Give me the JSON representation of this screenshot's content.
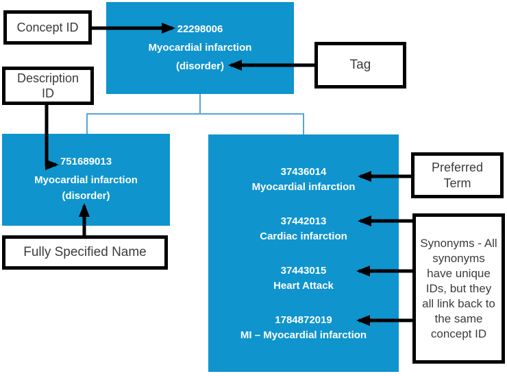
{
  "colors": {
    "box_blue": "#0f94ce",
    "connector_blue": "#55a6d4",
    "arrow_black": "#000000",
    "label_text": "#3b3b3b",
    "box_text": "#ffffff"
  },
  "concept_box": {
    "id": "22298006",
    "term": "Myocardial infarction",
    "tag": "(disorder)"
  },
  "fsn_box": {
    "id": "751689013",
    "term": "Myocardial infarction",
    "tag": "(disorder)"
  },
  "descriptions": {
    "items": [
      {
        "id": "37436014",
        "term": "Myocardial infarction"
      },
      {
        "id": "37442013",
        "term": "Cardiac infarction"
      },
      {
        "id": "37443015",
        "term": "Heart Attack"
      },
      {
        "id": "1784872019",
        "term": "MI – Myocardial infarction"
      }
    ]
  },
  "labels": {
    "concept_id": "Concept ID",
    "description_id": "Description ID",
    "tag": "Tag",
    "fully_specified_name": "Fully Specified Name",
    "preferred_term": "Preferred Term",
    "synonyms": "Synonyms - All synonyms have unique IDs, but they all link back to the same concept ID"
  }
}
